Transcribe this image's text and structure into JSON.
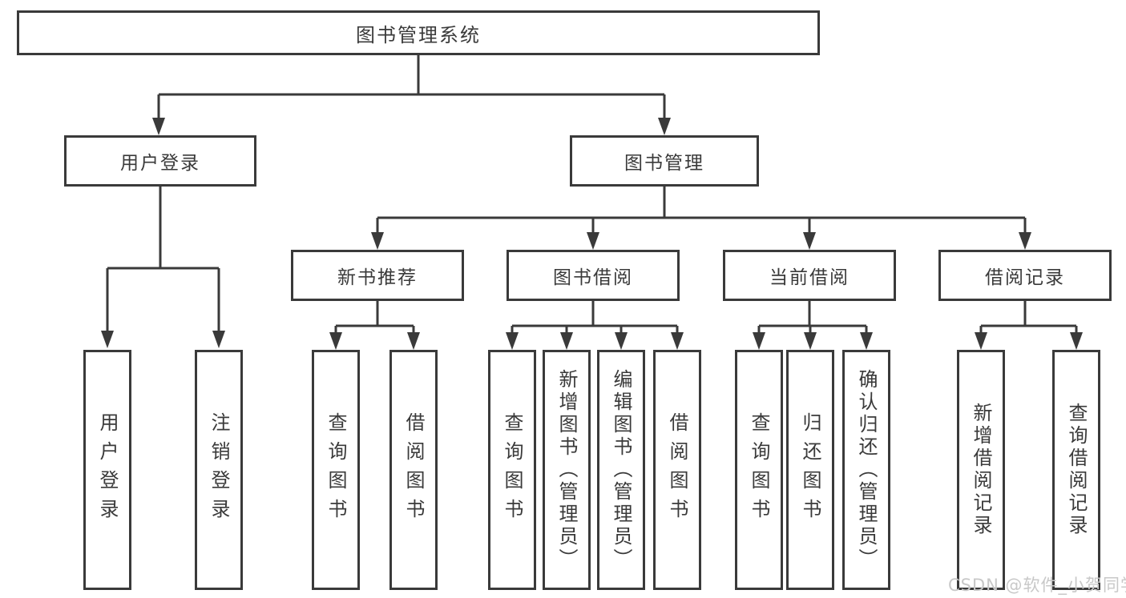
{
  "diagram": {
    "title": "图书管理系统",
    "root": {
      "label": "图书管理系统"
    },
    "level2": [
      {
        "id": "user-login",
        "label": "用户登录"
      },
      {
        "id": "book-management",
        "label": "图书管理"
      }
    ],
    "user_login_children": [
      {
        "label": "用户登录"
      },
      {
        "label": "注销登录"
      }
    ],
    "sections": [
      {
        "label": "新书推荐",
        "children": [
          "查询图书",
          "借阅图书"
        ]
      },
      {
        "label": "图书借阅",
        "children": [
          "查询图书",
          "新增图书（管理员）",
          "编辑图书（管理员）",
          "借阅图书"
        ]
      },
      {
        "label": "当前借阅",
        "children": [
          "查询图书",
          "归还图书",
          "确认归还（管理员）"
        ]
      },
      {
        "label": "借阅记录",
        "children": [
          "新增借阅记录",
          "查询借阅记录"
        ]
      }
    ],
    "watermark": "CSDN @软件_小贺同学",
    "colors": {
      "line": "#3a3a3a",
      "text": "#3a3a3a",
      "box_fill": "#ffffff",
      "watermark": "#c8c8c8"
    }
  }
}
